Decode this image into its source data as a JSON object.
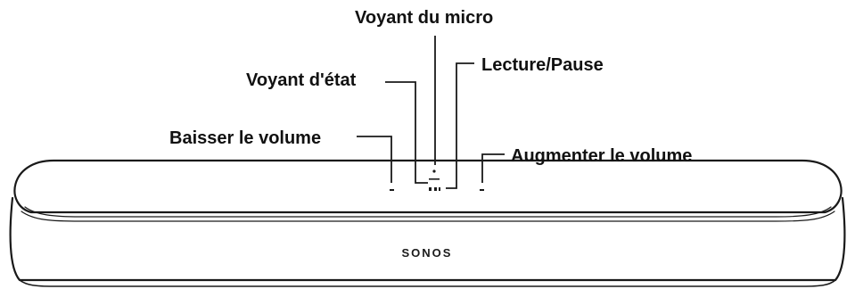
{
  "diagram": {
    "callouts": {
      "mic_indicator": "Voyant du micro",
      "status_indicator": "Voyant d'état",
      "play_pause": "Lecture/Pause",
      "volume_down": "Baisser le volume",
      "volume_up": "Augmenter le volume"
    },
    "device": {
      "brand": "SONOS"
    }
  }
}
